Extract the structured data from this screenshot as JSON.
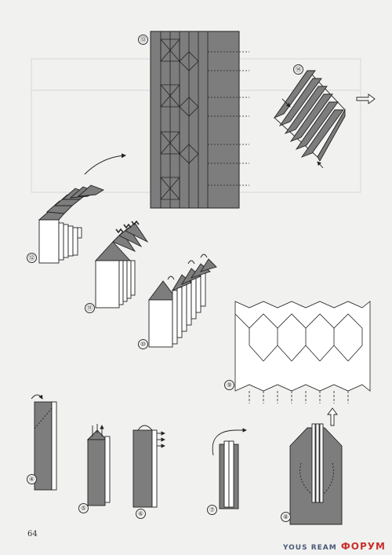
{
  "page_number": "64",
  "steps": [
    "⑬",
    "⑭",
    "⑫",
    "⑪",
    "⑩",
    "⑨",
    "④",
    "⑤",
    "⑥",
    "⑦",
    "⑧"
  ],
  "watermark": {
    "brand": "ФОРУМ",
    "site": "YOUS REAM"
  },
  "colors": {
    "paper_fill": "#7d7d7d",
    "background": "#f1f1ef",
    "line": "#222222",
    "watermark": "#c9302c"
  }
}
